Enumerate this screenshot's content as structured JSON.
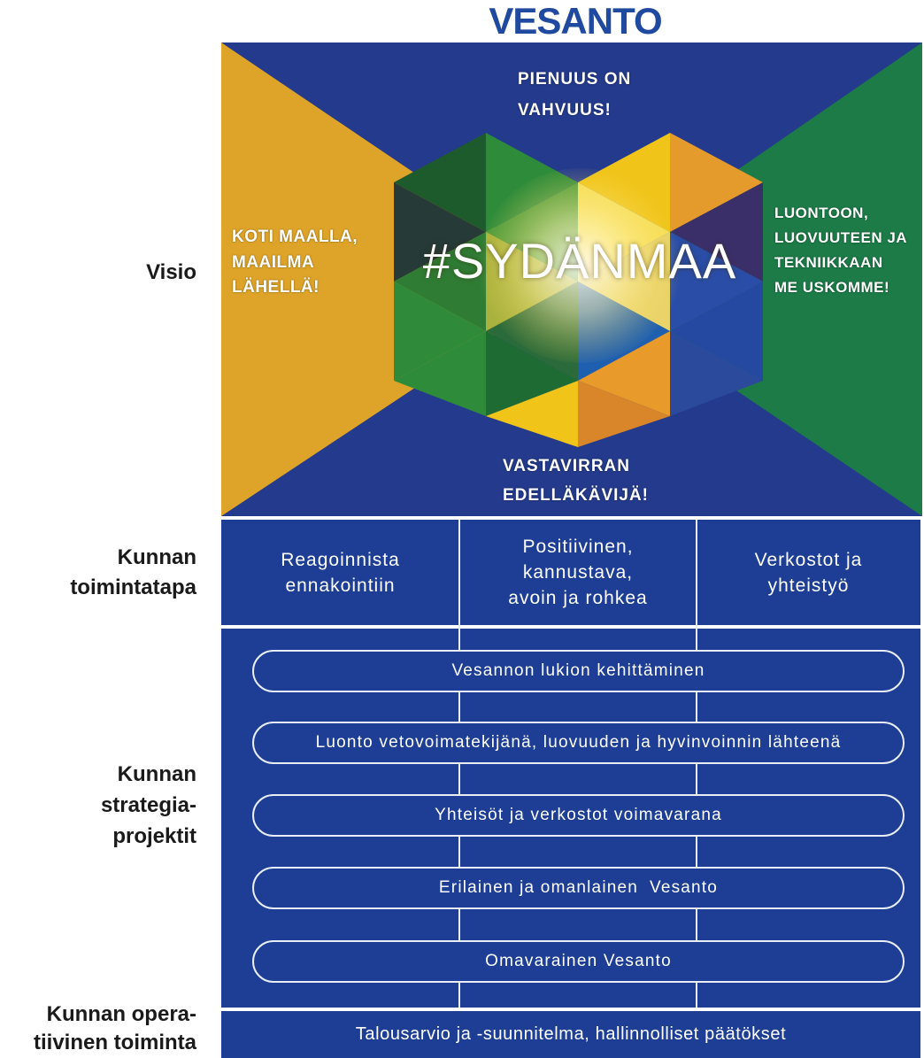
{
  "title": "VESANTO",
  "labels": {
    "visio": [
      "Visio"
    ],
    "toimintatapa": [
      "Kunnan",
      "toimintatapa"
    ],
    "strategia": [
      "Kunnan",
      "strategia-",
      "projektit"
    ],
    "operatiivinen": [
      "Kunnan opera-",
      "tiivinen toiminta"
    ]
  },
  "vision": {
    "top": [
      "PIENUUS ON",
      "VAHVUUS!"
    ],
    "left": [
      "KOTI MAALLA,",
      "MAAILMA",
      "LÄHELLÄ!"
    ],
    "center": "#SYDÄNMAA",
    "right": [
      "LUONTOON,",
      "LUOVUUTEEN JA",
      "TEKNIIKKAAN",
      "ME USKOMME!"
    ],
    "bottom": [
      "VASTAVIRRAN",
      "EDELLÄKÄVIJÄ!"
    ]
  },
  "toimintatapa": [
    [
      "Reagoinnista",
      "ennakointiin"
    ],
    [
      "Positiivinen,",
      "kannustava,",
      "avoin ja rohkea"
    ],
    [
      "Verkostot ja",
      "yhteistyö"
    ]
  ],
  "projektit": [
    "Vesannon lukion kehittäminen",
    "Luonto vetovoimatekijänä, luovuuden ja hyvinvoinnin lähteenä",
    "Yhteisöt ja verkostot voimavarana",
    "Erilainen ja omanlainen  Vesanto",
    "Omavarainen Vesanto"
  ],
  "operatiivinen": "Talousarvio ja -suunnitelma, hallinnolliset päätökset",
  "colors": {
    "title": "#1f4a9f",
    "panel": "#1d3e94",
    "label": "#1a1a1a",
    "line": "#e9edf6",
    "vision_bg": "#243a8c",
    "vision_left": "#dea429",
    "vision_right": "#1c7b47"
  }
}
